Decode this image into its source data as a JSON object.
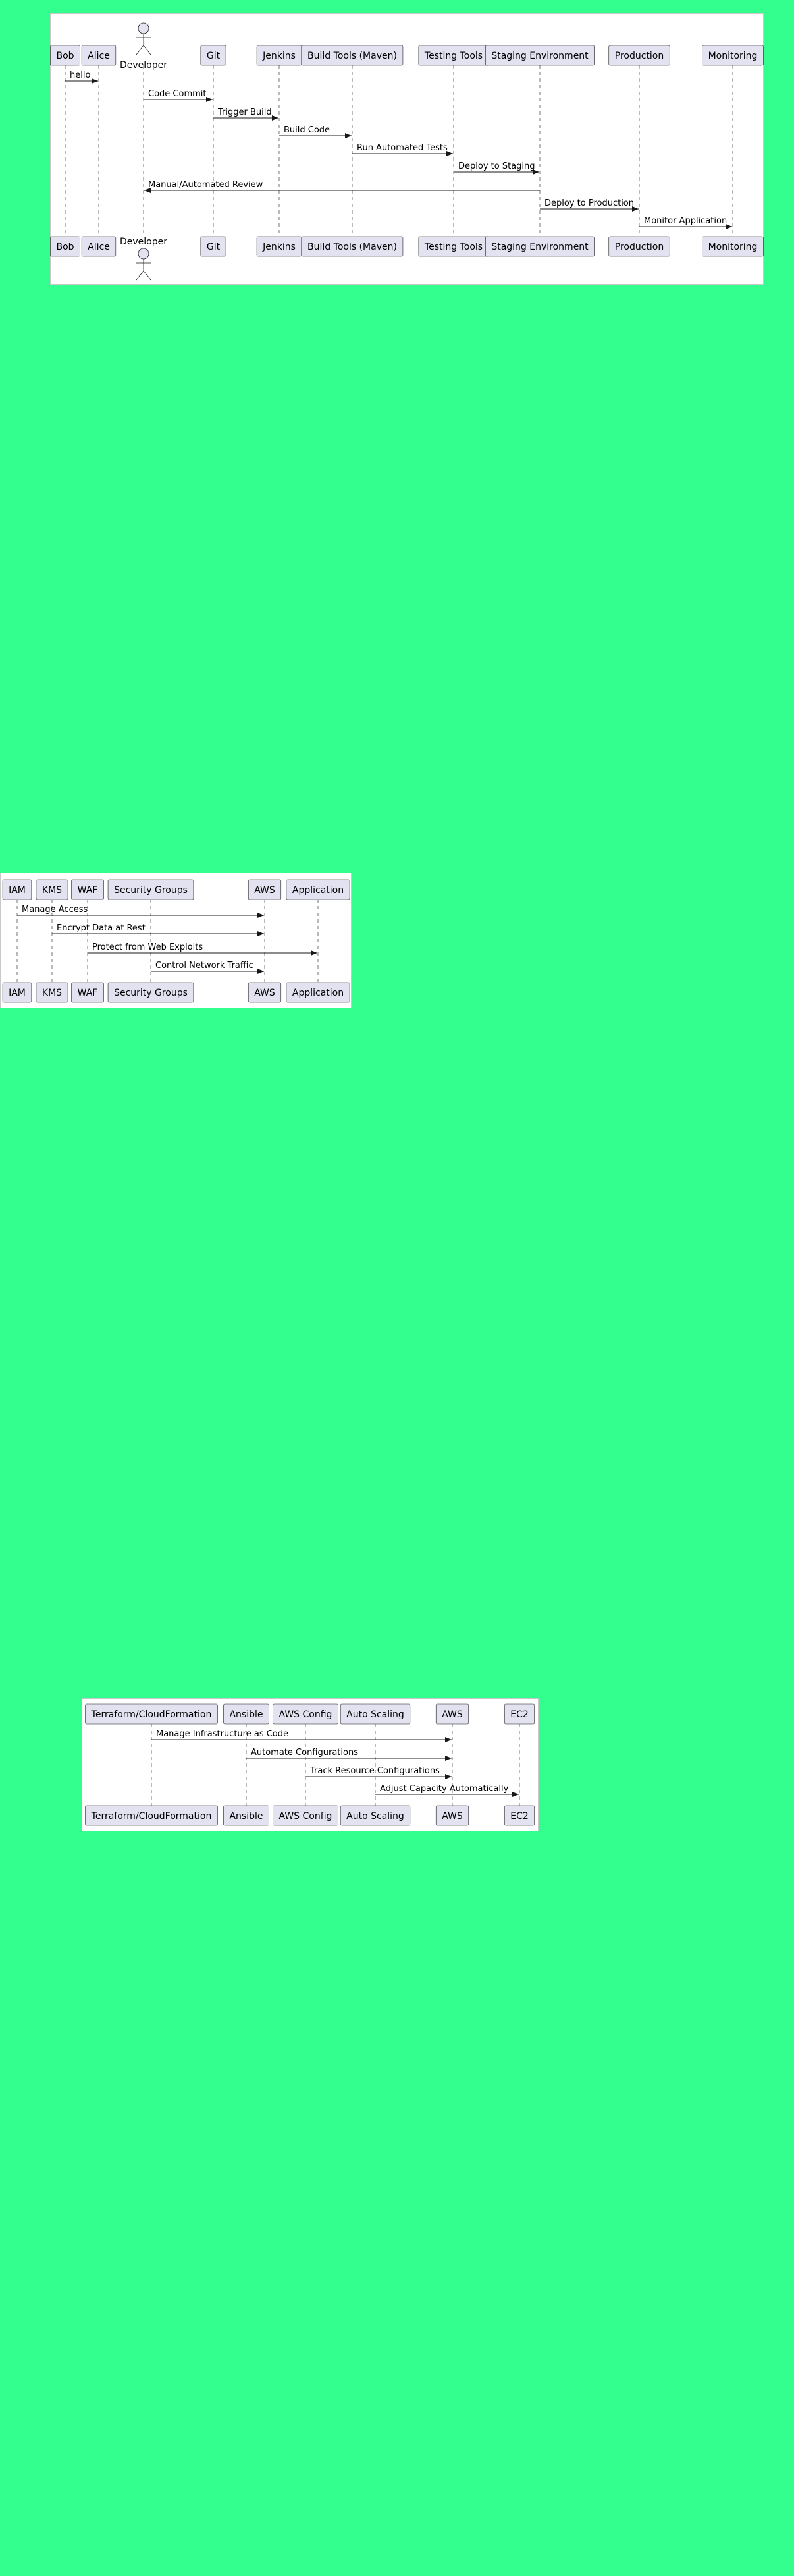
{
  "diagrams": [
    {
      "participants": [
        {
          "name": "Bob",
          "kind": "box"
        },
        {
          "name": "Alice",
          "kind": "box"
        },
        {
          "name": "Developer",
          "kind": "actor"
        },
        {
          "name": "Git",
          "kind": "box"
        },
        {
          "name": "Jenkins",
          "kind": "box"
        },
        {
          "name": "Build Tools (Maven)",
          "kind": "box"
        },
        {
          "name": "Testing Tools",
          "kind": "box"
        },
        {
          "name": "Staging Environment",
          "kind": "box"
        },
        {
          "name": "Production",
          "kind": "box"
        },
        {
          "name": "Monitoring",
          "kind": "box"
        }
      ],
      "messages": [
        {
          "from": "Bob",
          "to": "Alice",
          "label": "hello"
        },
        {
          "from": "Developer",
          "to": "Git",
          "label": "Code Commit"
        },
        {
          "from": "Git",
          "to": "Jenkins",
          "label": "Trigger Build"
        },
        {
          "from": "Jenkins",
          "to": "Build Tools (Maven)",
          "label": "Build Code"
        },
        {
          "from": "Build Tools (Maven)",
          "to": "Testing Tools",
          "label": "Run Automated Tests"
        },
        {
          "from": "Testing Tools",
          "to": "Staging Environment",
          "label": "Deploy to Staging"
        },
        {
          "from": "Staging Environment",
          "to": "Developer",
          "label": "Manual/Automated Review"
        },
        {
          "from": "Staging Environment",
          "to": "Production",
          "label": "Deploy to Production"
        },
        {
          "from": "Production",
          "to": "Monitoring",
          "label": "Monitor Application"
        }
      ]
    },
    {
      "participants": [
        {
          "name": "IAM",
          "kind": "box"
        },
        {
          "name": "KMS",
          "kind": "box"
        },
        {
          "name": "WAF",
          "kind": "box"
        },
        {
          "name": "Security Groups",
          "kind": "box"
        },
        {
          "name": "AWS",
          "kind": "box"
        },
        {
          "name": "Application",
          "kind": "box"
        }
      ],
      "messages": [
        {
          "from": "IAM",
          "to": "AWS",
          "label": "Manage Access"
        },
        {
          "from": "KMS",
          "to": "AWS",
          "label": "Encrypt Data at Rest"
        },
        {
          "from": "WAF",
          "to": "Application",
          "label": "Protect from Web Exploits"
        },
        {
          "from": "Security Groups",
          "to": "AWS",
          "label": "Control Network Traffic"
        }
      ]
    },
    {
      "participants": [
        {
          "name": "Terraform/CloudFormation",
          "kind": "box"
        },
        {
          "name": "Ansible",
          "kind": "box"
        },
        {
          "name": "AWS Config",
          "kind": "box"
        },
        {
          "name": "Auto Scaling",
          "kind": "box"
        },
        {
          "name": "AWS",
          "kind": "box"
        },
        {
          "name": "EC2",
          "kind": "box"
        }
      ],
      "messages": [
        {
          "from": "Terraform/CloudFormation",
          "to": "AWS",
          "label": "Manage Infrastructure as Code"
        },
        {
          "from": "Ansible",
          "to": "AWS",
          "label": "Automate Configurations"
        },
        {
          "from": "AWS Config",
          "to": "AWS",
          "label": "Track Resource Configurations"
        },
        {
          "from": "Auto Scaling",
          "to": "EC2",
          "label": "Adjust Capacity Automatically"
        }
      ]
    }
  ]
}
